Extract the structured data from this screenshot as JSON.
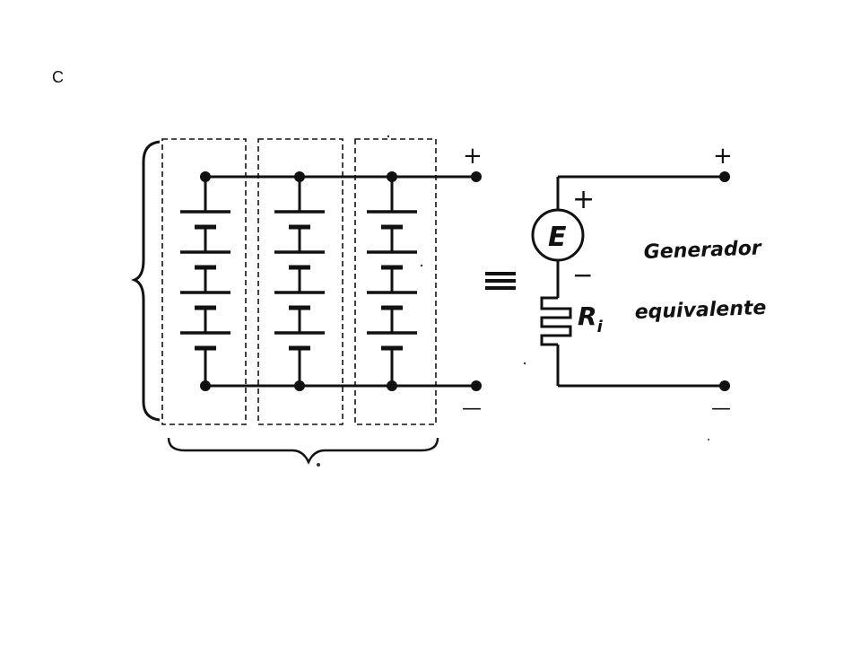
{
  "slide": {
    "letter": "C"
  },
  "diagram": {
    "equivalence_symbol": "≡",
    "left_terminals": {
      "plus": "+",
      "minus": "—"
    },
    "source": {
      "emf_label": "E",
      "plus": "+",
      "minus": "−"
    },
    "resistor": {
      "label_main": "R",
      "label_sub": "i"
    },
    "right_terminals": {
      "plus": "+",
      "minus": "—"
    },
    "caption_line1": "Generador",
    "caption_line2": "equivalente",
    "battery_columns": 3,
    "cells_per_column": 4
  }
}
